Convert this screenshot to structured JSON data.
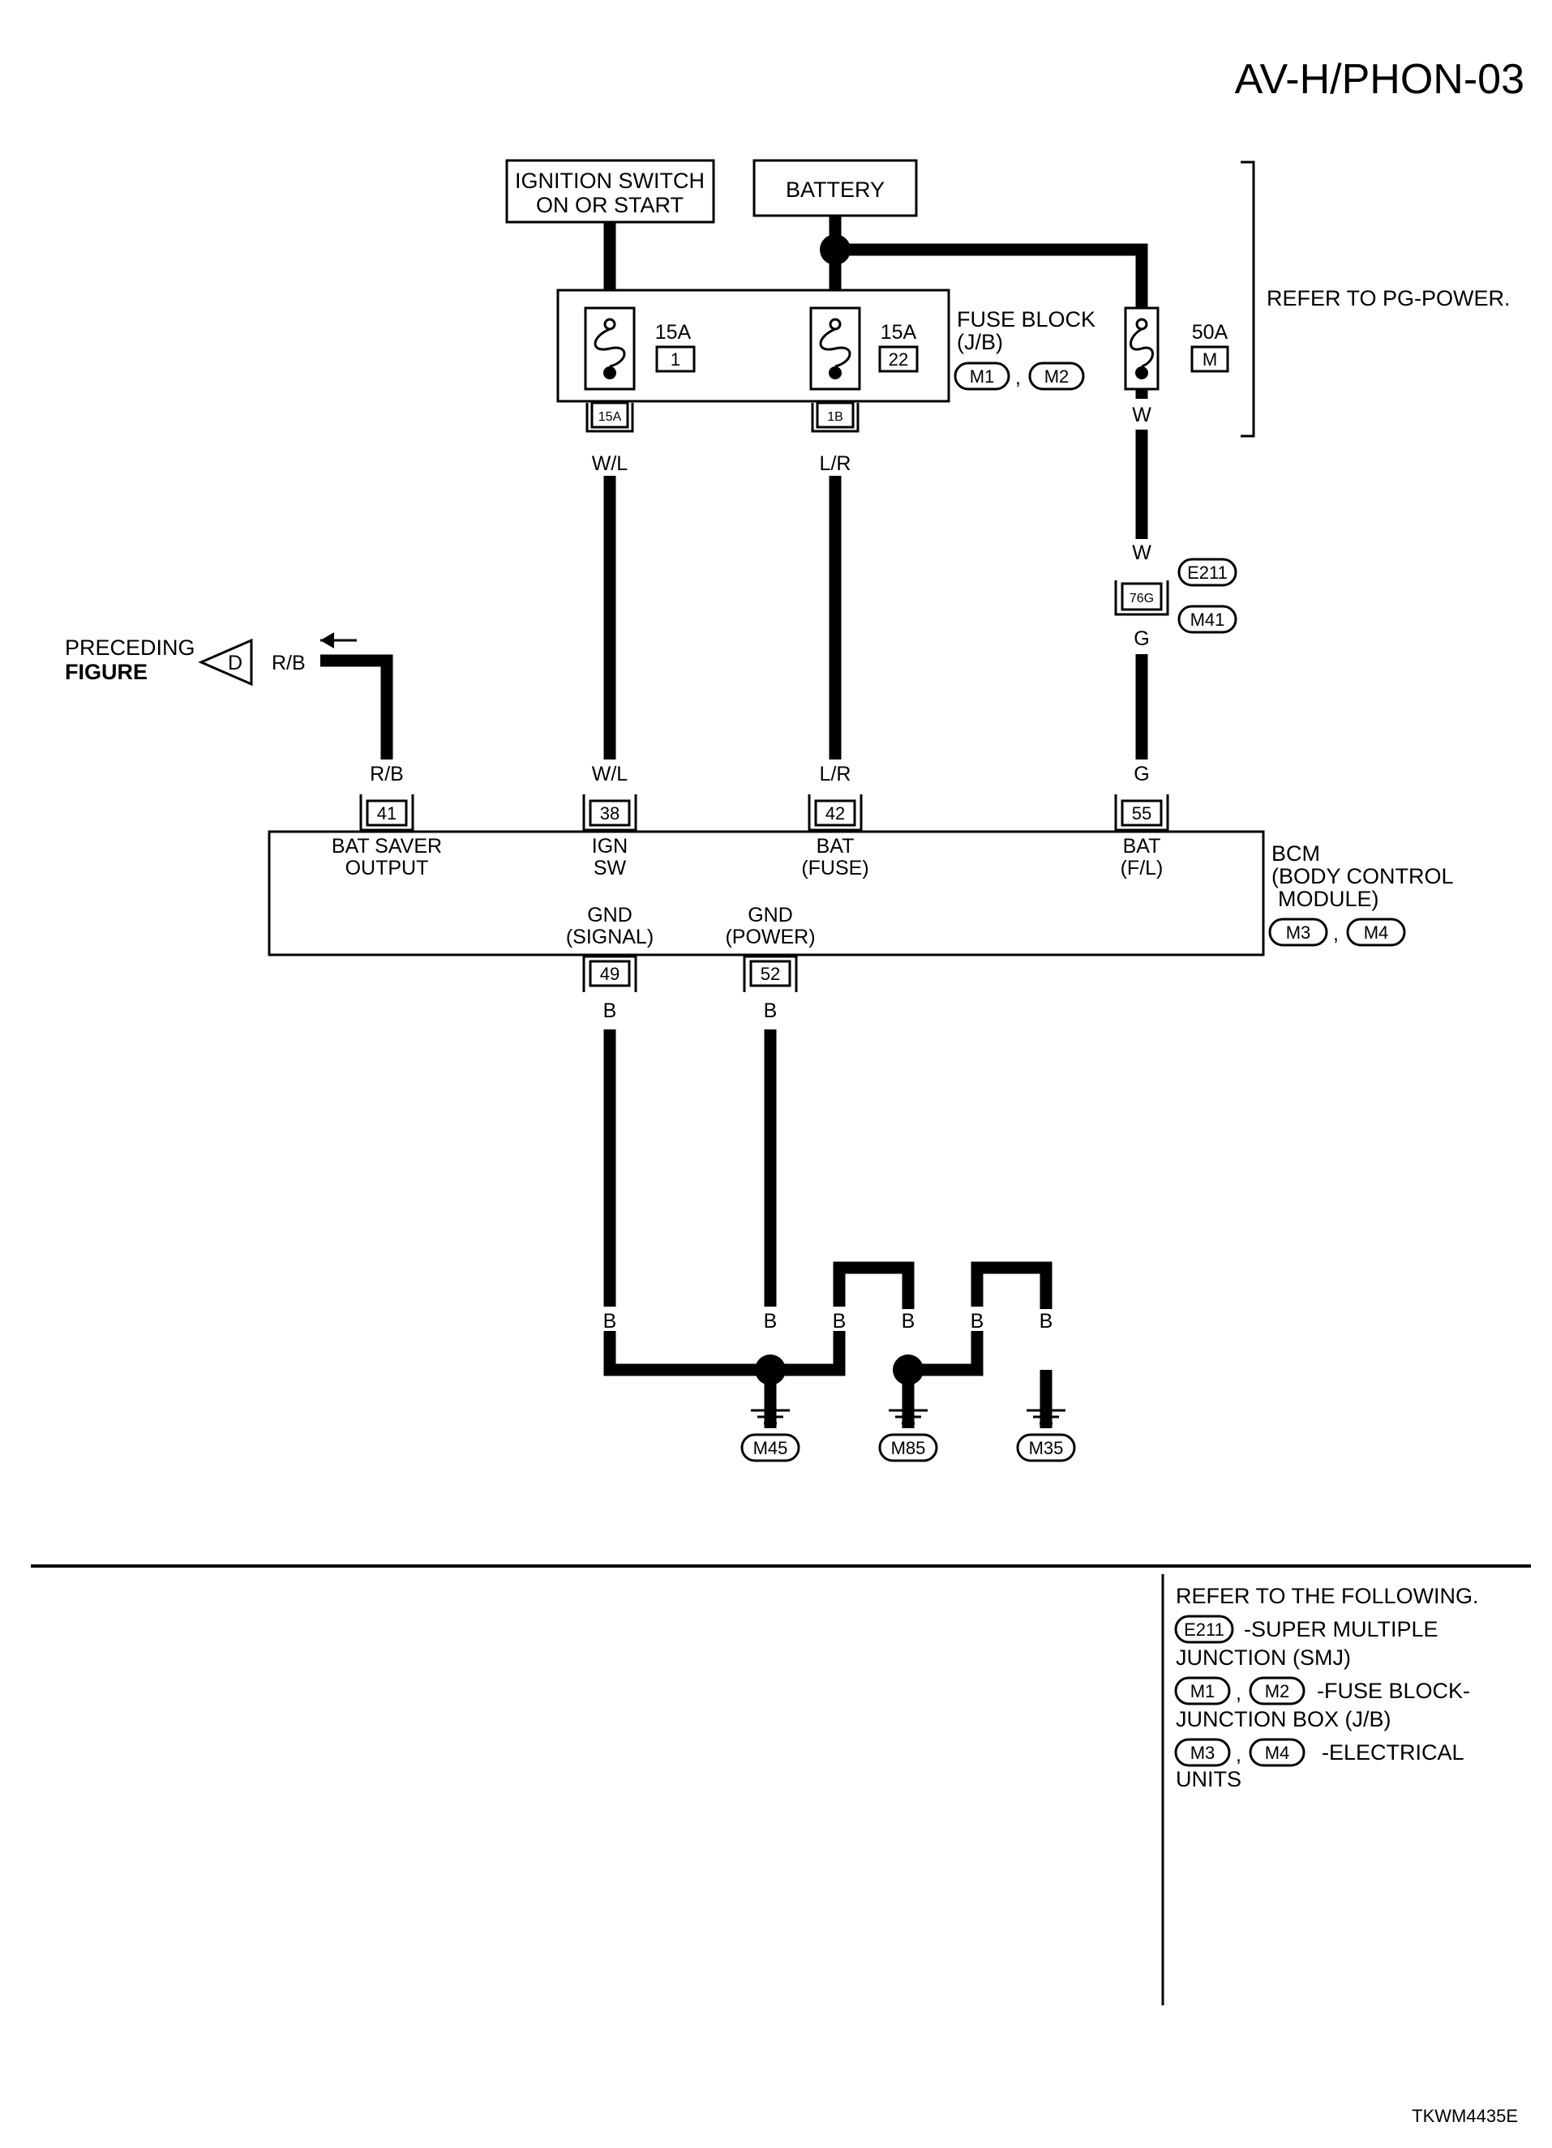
{
  "page_title": "AV-H/PHON-03",
  "figure_code": "TKWM4435E",
  "sources": {
    "ignition_line1": "IGNITION SWITCH",
    "ignition_line2": "ON OR START",
    "battery": "BATTERY"
  },
  "refer_power": "REFER TO PG-POWER.",
  "fuse_block": {
    "label_line1": "FUSE BLOCK",
    "label_line2": "(J/B)",
    "conn_a": "M1",
    "conn_b": "M2",
    "comma": ",",
    "fuses": [
      {
        "amps": "15A",
        "num": "1",
        "terminal": "15A",
        "wire": "W/L"
      },
      {
        "amps": "15A",
        "num": "22",
        "terminal": "1B",
        "wire": "L/R"
      }
    ]
  },
  "fusible_link": {
    "amps": "50A",
    "num": "M",
    "wire": "W"
  },
  "smj": {
    "wire_in": "W",
    "terminal": "76G",
    "conn_top": "E211",
    "conn_bottom": "M41",
    "wire_out": "G"
  },
  "preceding": {
    "line1": "PRECEDING",
    "line2": "FIGURE",
    "marker": "D",
    "wire": "R/B"
  },
  "bcm": {
    "label_line1": "BCM",
    "label_line2": "(BODY CONTROL",
    "label_line3": "MODULE)",
    "conn_a": "M3",
    "conn_b": "M4",
    "comma": ",",
    "top_pins": [
      {
        "wire": "R/B",
        "pin": "41",
        "label1": "BAT SAVER",
        "label2": "OUTPUT"
      },
      {
        "wire": "W/L",
        "pin": "38",
        "label1": "IGN",
        "label2": "SW"
      },
      {
        "wire": "L/R",
        "pin": "42",
        "label1": "BAT",
        "label2": "(FUSE)"
      },
      {
        "wire": "G",
        "pin": "55",
        "label1": "BAT",
        "label2": "(F/L)"
      }
    ],
    "bottom_pins": [
      {
        "wire": "B",
        "pin": "49",
        "label1": "GND",
        "label2": "(SIGNAL)"
      },
      {
        "wire": "B",
        "pin": "52",
        "label1": "GND",
        "label2": "(POWER)"
      }
    ]
  },
  "ground_wire_labels": [
    "B",
    "B",
    "B",
    "B",
    "B",
    "B"
  ],
  "grounds": [
    "M45",
    "M85",
    "M35"
  ],
  "reference": {
    "heading": "REFER TO THE FOLLOWING.",
    "e211": "E211",
    "e211_text1": "-SUPER MULTIPLE",
    "e211_text2": "JUNCTION (SMJ)",
    "m1": "M1",
    "m2": "M2",
    "m1_text1": "-FUSE BLOCK-",
    "m1_text2": "JUNCTION BOX (J/B)",
    "m3": "M3",
    "m4": "M4",
    "m3_text1": "-ELECTRICAL",
    "m3_text2": "UNITS",
    "comma": ","
  }
}
